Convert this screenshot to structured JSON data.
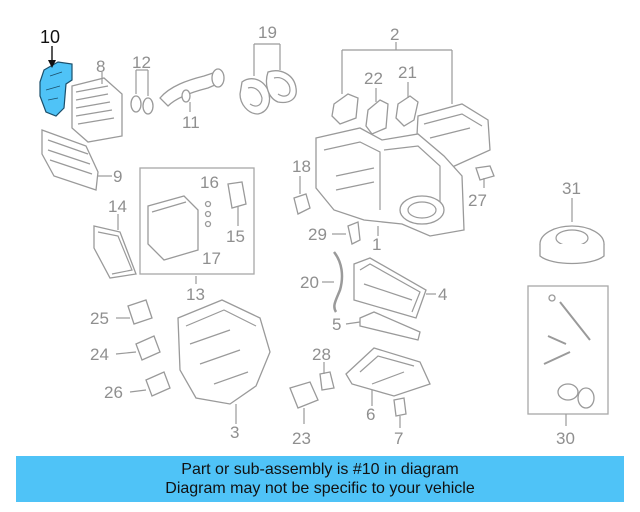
{
  "highlight": {
    "part_number": "10",
    "color": "#4fc3f7"
  },
  "caption": {
    "line1": "Part or sub-assembly is #10 in diagram",
    "line2": "Diagram may not be specific to your vehicle",
    "background": "#4fc3f7"
  },
  "callouts": {
    "c1": "1",
    "c2": "2",
    "c3": "3",
    "c4": "4",
    "c5": "5",
    "c6": "6",
    "c7": "7",
    "c8": "8",
    "c9": "9",
    "c10": "10",
    "c11": "11",
    "c12": "12",
    "c13": "13",
    "c14": "14",
    "c15": "15",
    "c16": "16",
    "c17": "17",
    "c18": "18",
    "c19": "19",
    "c20": "20",
    "c21": "21",
    "c22": "22",
    "c23": "23",
    "c24": "24",
    "c25": "25",
    "c26": "26",
    "c27": "27",
    "c28": "28",
    "c29": "29",
    "c30": "30",
    "c31": "31"
  }
}
